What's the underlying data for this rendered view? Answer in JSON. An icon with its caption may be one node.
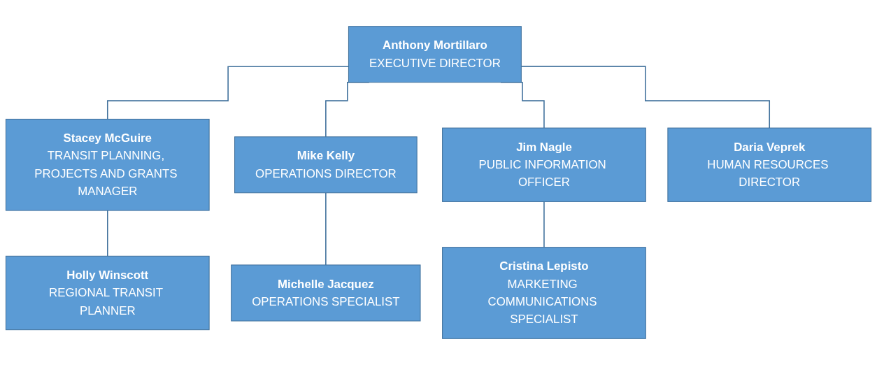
{
  "diagram": {
    "nodes": [
      {
        "text": [
          "Anthony Mortillaro",
          "EXECUTIVE DIRECTOR"
        ]
      },
      {
        "text": [
          "Stacey McGuire",
          "TRANSIT PLANNING, PROJECTS AND GRANTS MANAGER"
        ]
      },
      {
        "text": [
          "Mike Kelly",
          "OPERATIONS DIRECTOR"
        ]
      },
      {
        "text": [
          "Jim Nagle",
          "PUBLIC INFORMATION OFFICER"
        ]
      },
      {
        "text": [
          "Daria Veprek",
          "HUMAN RESOURCES DIRECTOR"
        ]
      },
      {
        "text": [
          "Holly Winscott",
          "REGIONAL TRANSIT PLANNER"
        ]
      },
      {
        "text": [
          "Michelle Jacquez",
          "OPERATIONS SPECIALIST"
        ]
      },
      {
        "text": [
          "Cristina Lepisto",
          "MARKETING COMMUNICATIONS SPECIALIST"
        ]
      }
    ],
    "edges": [
      {
        "from": 0,
        "to": 1,
        "arrow": "none"
      },
      {
        "from": 0,
        "to": 2,
        "arrow": "none"
      },
      {
        "from": 0,
        "to": 3,
        "arrow": "none"
      },
      {
        "from": 0,
        "to": 4,
        "arrow": "none"
      },
      {
        "from": 1,
        "to": 5,
        "arrow": "none"
      },
      {
        "from": 2,
        "to": 6,
        "arrow": "none"
      },
      {
        "from": 3,
        "to": 7,
        "arrow": "none"
      }
    ]
  }
}
